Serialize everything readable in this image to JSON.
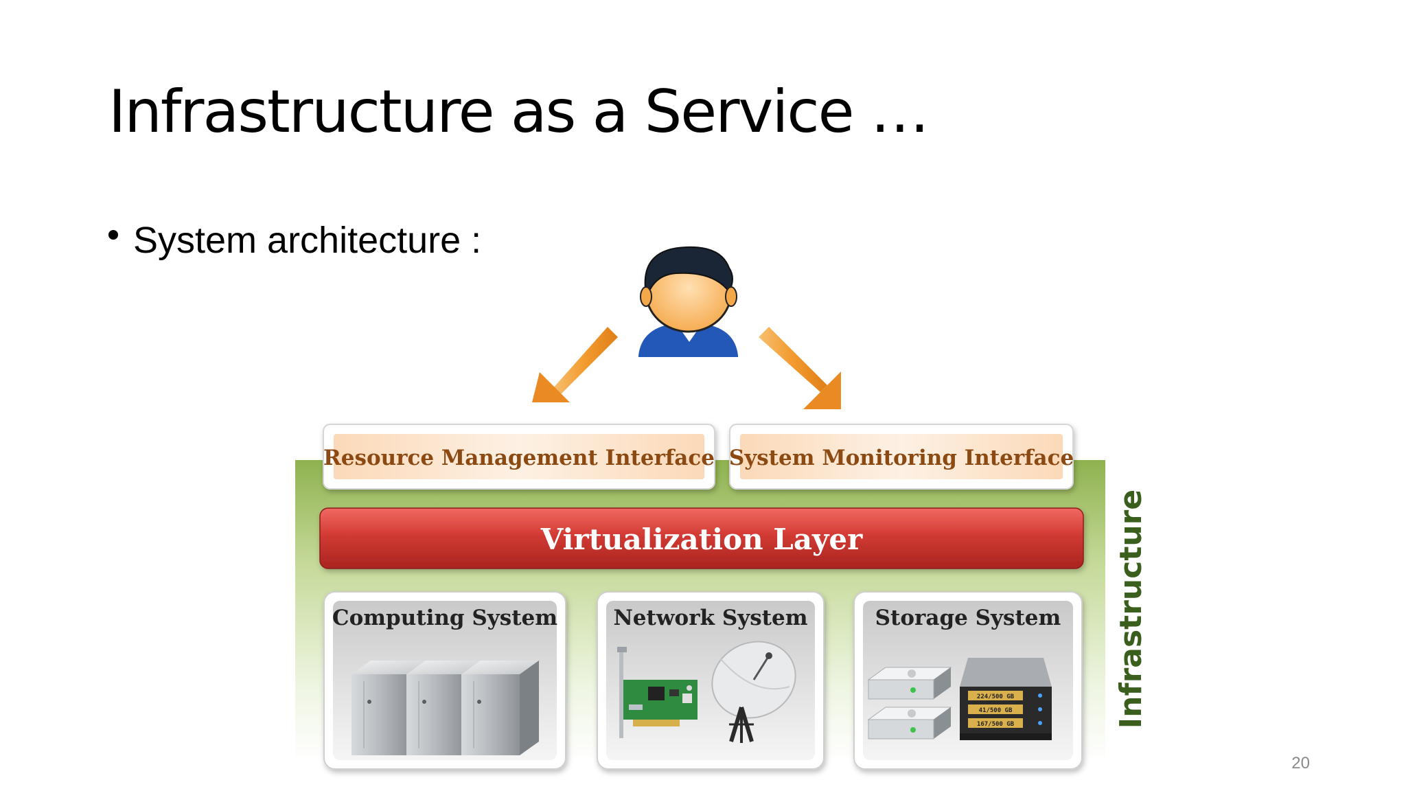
{
  "slide": {
    "title": "Infrastructure as a Service …",
    "bullet": "System architecture :",
    "page_number": "20"
  },
  "diagram": {
    "interfaces": [
      {
        "label": "Resource Management Interface"
      },
      {
        "label": "System Monitoring Interface"
      }
    ],
    "virtualization_layer": "Virtualization  Layer",
    "systems": [
      {
        "label": "Computing System",
        "icon": "server-towers-icon"
      },
      {
        "label": "Network System",
        "icon": "network-card-and-satellite-dish-icon"
      },
      {
        "label": "Storage System",
        "icon": "hard-drives-and-storage-array-icon"
      }
    ],
    "infrastructure_label": "Infrastructure",
    "storage_readouts": [
      "224/500 GB",
      "41/500 GB",
      "167/500 GB"
    ],
    "colors": {
      "infrastructure_bg": "#95b657",
      "virtualization": "#c9302c",
      "interface_text": "#8c4a12",
      "arrows": "#f0a23a",
      "user_shirt": "#2358b8"
    }
  }
}
